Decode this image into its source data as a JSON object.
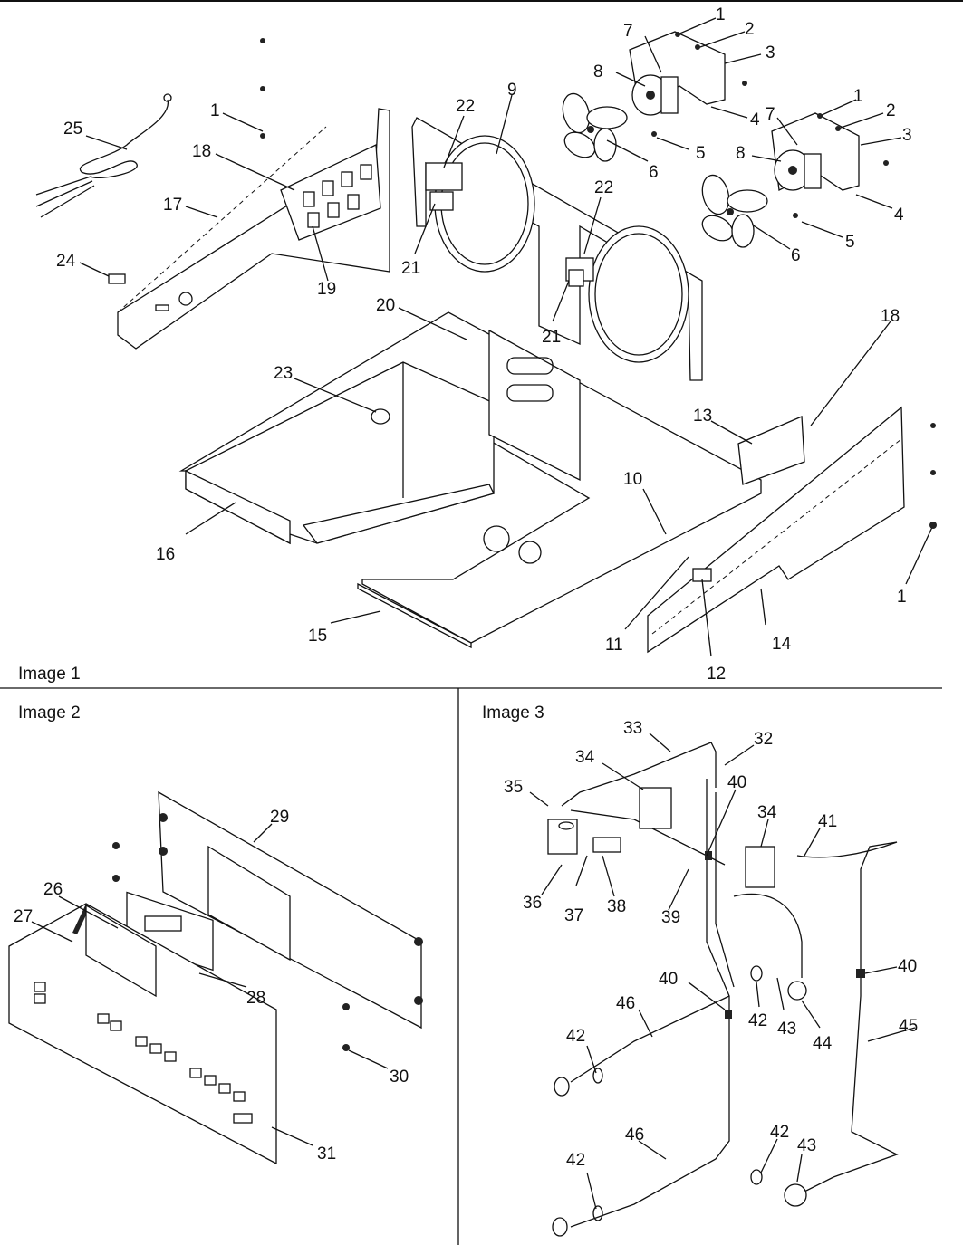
{
  "panels": [
    {
      "id": "image1",
      "title": "Image 1"
    },
    {
      "id": "image2",
      "title": "Image 2"
    },
    {
      "id": "image3",
      "title": "Image 3"
    }
  ],
  "callouts": {
    "c1a": "1",
    "c2a": "2",
    "c3a": "3",
    "c7a": "7",
    "c8a": "8",
    "c4a": "4",
    "c5a": "5",
    "c6a": "6",
    "c1b": "1",
    "c2b": "2",
    "c3b": "3",
    "c7b": "7",
    "c8b": "8",
    "c4b": "4",
    "c5b": "5",
    "c6b": "6",
    "c9": "9",
    "c22a": "22",
    "c22b": "22",
    "c21a": "21",
    "c21b": "21",
    "c25": "25",
    "c1c": "1",
    "c18a": "18",
    "c17": "17",
    "c24": "24",
    "c19": "19",
    "c20": "20",
    "c23": "23",
    "c18b": "18",
    "c13": "13",
    "c10": "10",
    "c16": "16",
    "c15": "15",
    "c11": "11",
    "c12": "12",
    "c14": "14",
    "c1d": "1",
    "c29": "29",
    "c26": "26",
    "c27": "27",
    "c28": "28",
    "c30": "30",
    "c31": "31",
    "c33": "33",
    "c32": "32",
    "c34a": "34",
    "c35": "35",
    "c40a": "40",
    "c34b": "34",
    "c41": "41",
    "c36": "36",
    "c37": "37",
    "c38": "38",
    "c39": "39",
    "c40b": "40",
    "c40c": "40",
    "c42a": "42",
    "c43a": "43",
    "c44": "44",
    "c46a": "46",
    "c45": "45",
    "c42b": "42",
    "c46b": "46",
    "c42c": "42",
    "c43b": "43",
    "c42d": "42"
  }
}
